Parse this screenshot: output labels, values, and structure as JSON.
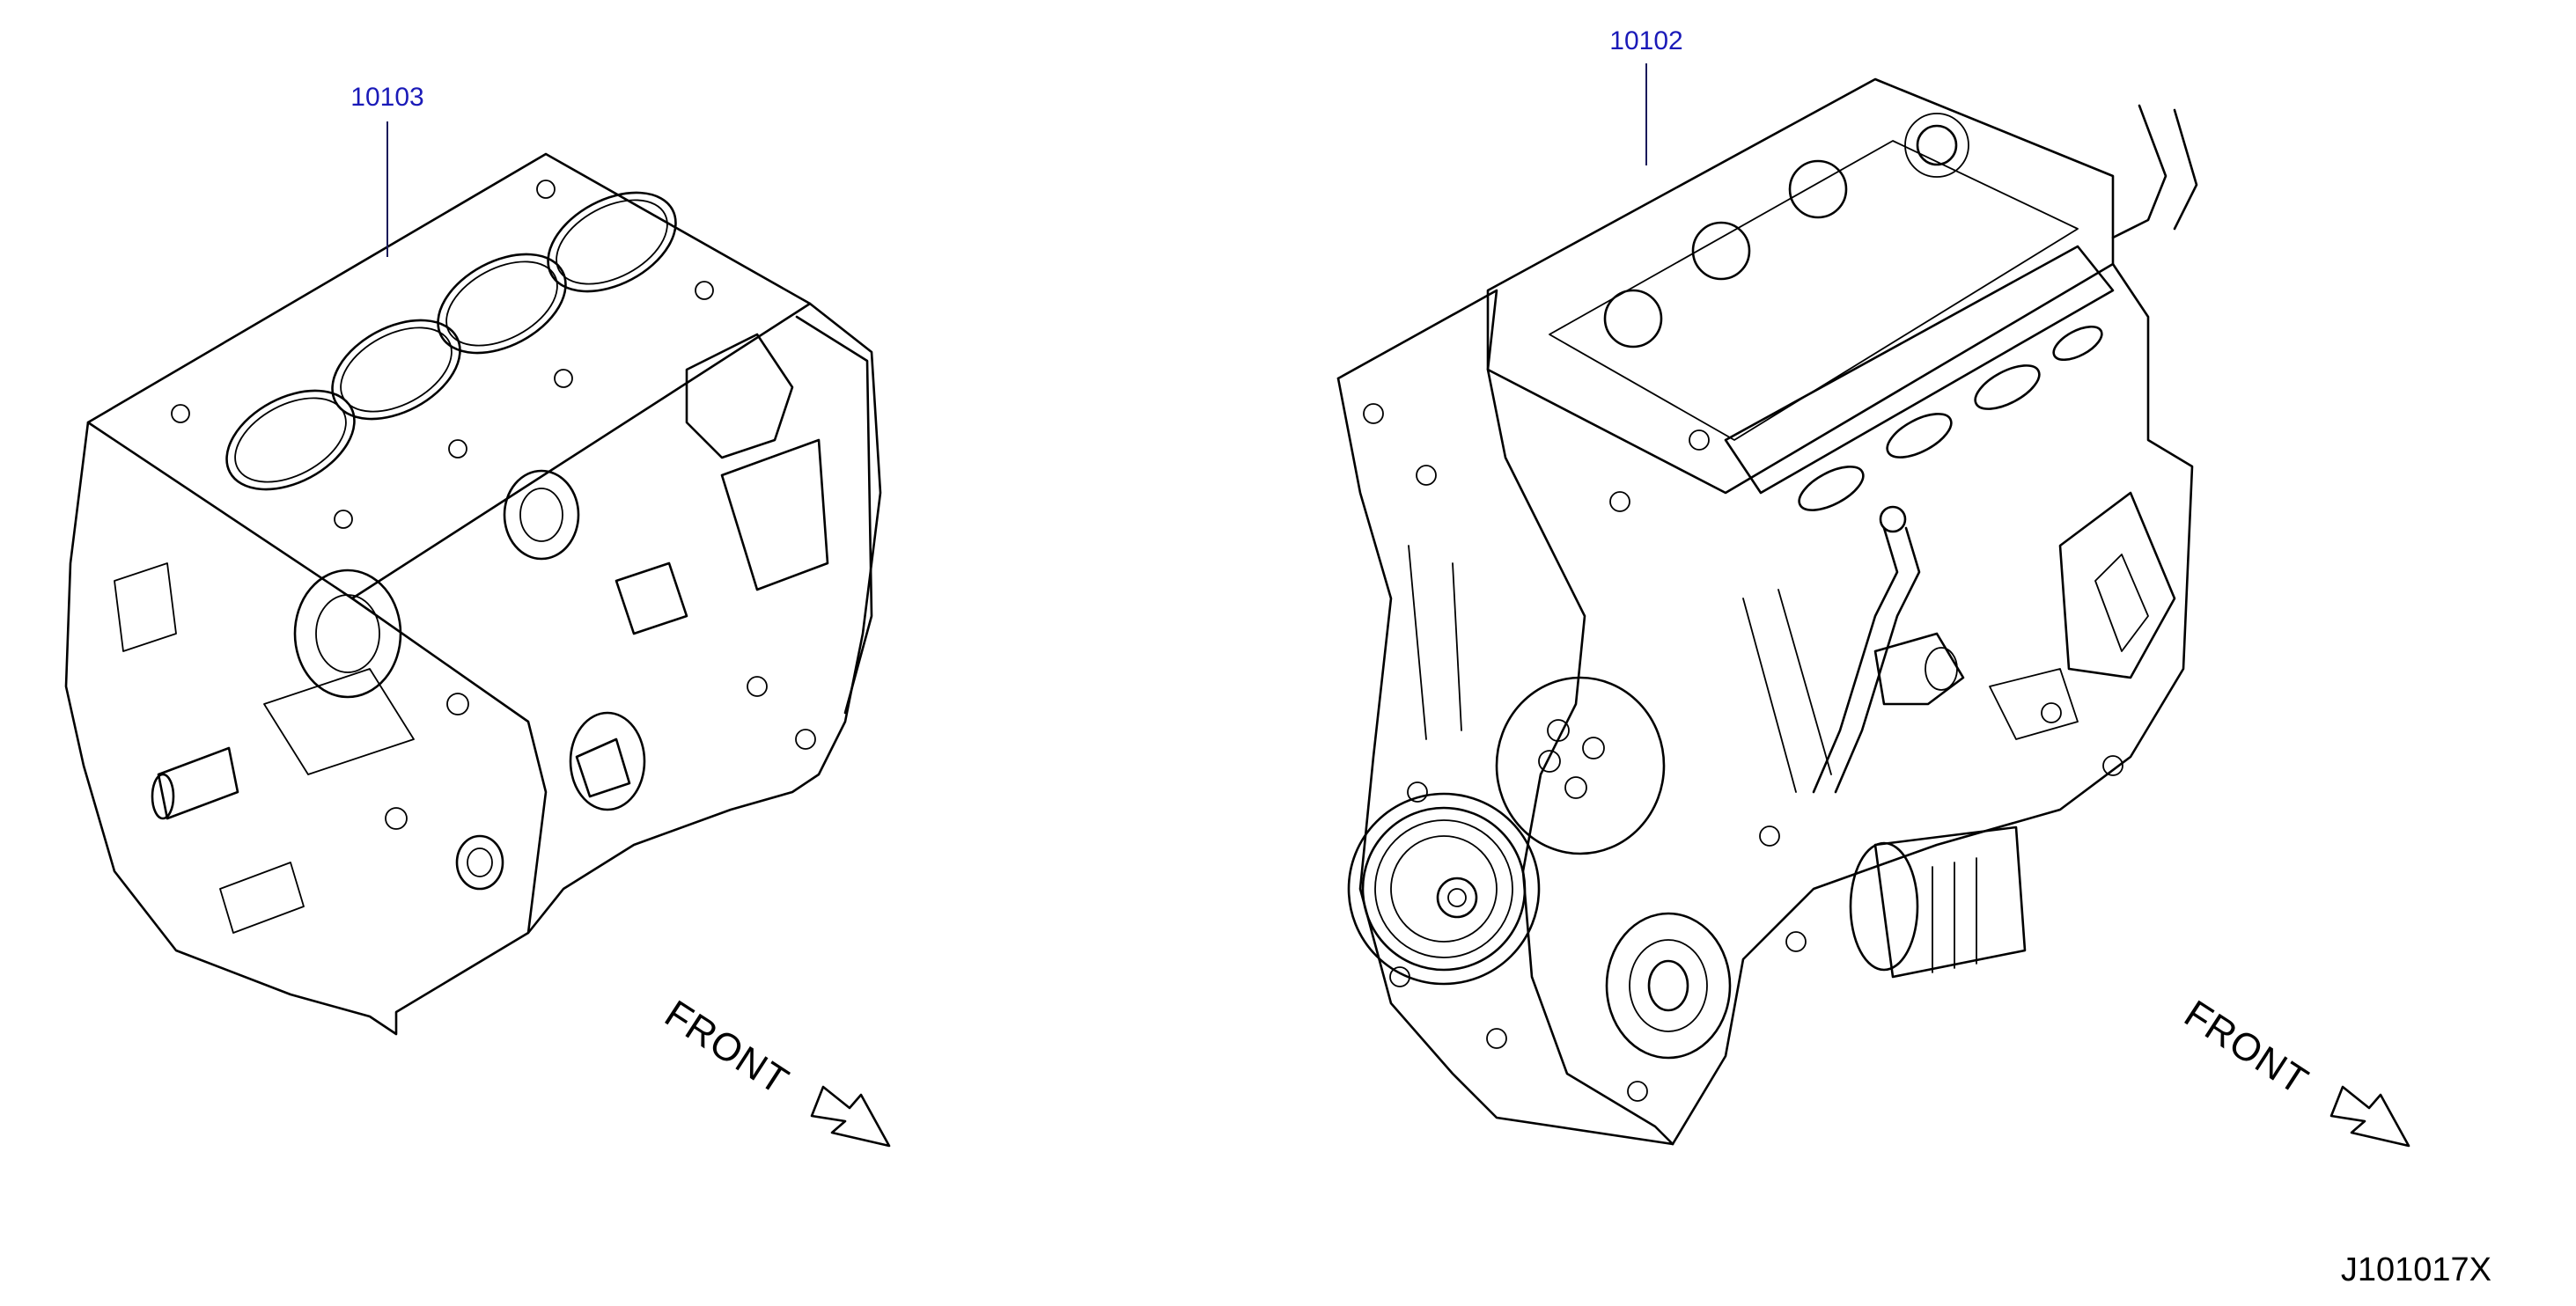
{
  "colors": {
    "callout": "#1a1ab8",
    "line": "#000000",
    "background": "#ffffff"
  },
  "parts": [
    {
      "number": "10103"
    },
    {
      "number": "10102"
    }
  ],
  "direction_labels": [
    {
      "text": "FRONT"
    },
    {
      "text": "FRONT"
    }
  ],
  "diagram_code": "J101017X"
}
